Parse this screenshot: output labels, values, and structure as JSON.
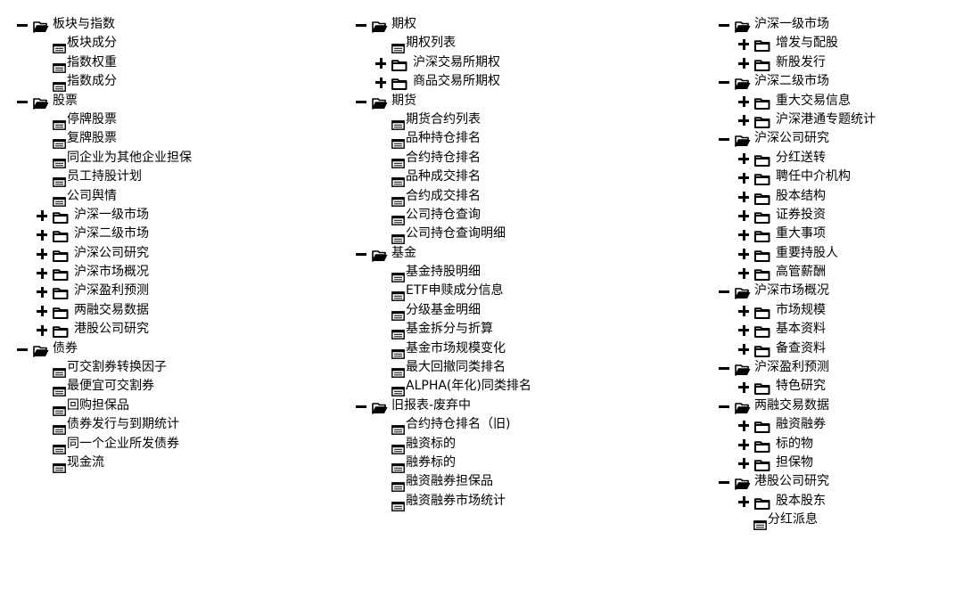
{
  "columns": [
    {
      "items": [
        {
          "level": 0,
          "kind": "folder",
          "expanded": true,
          "label": "板块与指数"
        },
        {
          "level": 1,
          "kind": "table",
          "label": "板块成分"
        },
        {
          "level": 1,
          "kind": "table",
          "label": "指数权重"
        },
        {
          "level": 1,
          "kind": "table",
          "label": "指数成分"
        },
        {
          "level": 0,
          "kind": "folder",
          "expanded": true,
          "label": "股票"
        },
        {
          "level": 1,
          "kind": "table",
          "label": "停牌股票"
        },
        {
          "level": 1,
          "kind": "table",
          "label": "复牌股票"
        },
        {
          "level": 1,
          "kind": "table",
          "label": "同企业为其他企业担保"
        },
        {
          "level": 1,
          "kind": "table",
          "label": "员工持股计划"
        },
        {
          "level": 1,
          "kind": "table",
          "label": "公司舆情"
        },
        {
          "level": 1,
          "kind": "folder",
          "expanded": false,
          "label": "沪深一级市场"
        },
        {
          "level": 1,
          "kind": "folder",
          "expanded": false,
          "label": "沪深二级市场"
        },
        {
          "level": 1,
          "kind": "folder",
          "expanded": false,
          "label": "沪深公司研究"
        },
        {
          "level": 1,
          "kind": "folder",
          "expanded": false,
          "label": "沪深市场概况"
        },
        {
          "level": 1,
          "kind": "folder",
          "expanded": false,
          "label": "沪深盈利预测"
        },
        {
          "level": 1,
          "kind": "folder",
          "expanded": false,
          "label": "两融交易数据"
        },
        {
          "level": 1,
          "kind": "folder",
          "expanded": false,
          "label": "港股公司研究"
        },
        {
          "level": 0,
          "kind": "folder",
          "expanded": true,
          "label": "债券"
        },
        {
          "level": 1,
          "kind": "table",
          "label": "可交割券转换因子"
        },
        {
          "level": 1,
          "kind": "table",
          "label": "最便宜可交割券"
        },
        {
          "level": 1,
          "kind": "table",
          "label": "回购担保品"
        },
        {
          "level": 1,
          "kind": "table",
          "label": "债券发行与到期统计"
        },
        {
          "level": 1,
          "kind": "table",
          "label": "同一个企业所发债券"
        },
        {
          "level": 1,
          "kind": "table",
          "label": "现金流"
        }
      ]
    },
    {
      "items": [
        {
          "level": 0,
          "kind": "folder",
          "expanded": true,
          "label": "期权"
        },
        {
          "level": 1,
          "kind": "table",
          "label": "期权列表"
        },
        {
          "level": 1,
          "kind": "folder",
          "expanded": false,
          "label": "沪深交易所期权"
        },
        {
          "level": 1,
          "kind": "folder",
          "expanded": false,
          "label": "商品交易所期权"
        },
        {
          "level": 0,
          "kind": "folder",
          "expanded": true,
          "label": "期货"
        },
        {
          "level": 1,
          "kind": "table",
          "label": "期货合约列表"
        },
        {
          "level": 1,
          "kind": "table",
          "label": "品种持仓排名"
        },
        {
          "level": 1,
          "kind": "table",
          "label": "合约持仓排名"
        },
        {
          "level": 1,
          "kind": "table",
          "label": "品种成交排名"
        },
        {
          "level": 1,
          "kind": "table",
          "label": "合约成交排名"
        },
        {
          "level": 1,
          "kind": "table",
          "label": "公司持仓查询"
        },
        {
          "level": 1,
          "kind": "table",
          "label": "公司持仓查询明细"
        },
        {
          "level": 0,
          "kind": "folder",
          "expanded": true,
          "label": "基金"
        },
        {
          "level": 1,
          "kind": "table",
          "label": "基金持股明细"
        },
        {
          "level": 1,
          "kind": "table",
          "label": "ETF申赎成分信息"
        },
        {
          "level": 1,
          "kind": "table",
          "label": "分级基金明细"
        },
        {
          "level": 1,
          "kind": "table",
          "label": "基金拆分与折算"
        },
        {
          "level": 1,
          "kind": "table",
          "label": "基金市场规模变化"
        },
        {
          "level": 1,
          "kind": "table",
          "label": "最大回撤同类排名"
        },
        {
          "level": 1,
          "kind": "table",
          "label": "ALPHA(年化)同类排名"
        },
        {
          "level": 0,
          "kind": "folder",
          "expanded": true,
          "label": "旧报表-废弃中"
        },
        {
          "level": 1,
          "kind": "table",
          "label": "合约持仓排名（旧)"
        },
        {
          "level": 1,
          "kind": "table",
          "label": "融资标的"
        },
        {
          "level": 1,
          "kind": "table",
          "label": "融券标的"
        },
        {
          "level": 1,
          "kind": "table",
          "label": "融资融券担保品"
        },
        {
          "level": 1,
          "kind": "table",
          "label": "融资融券市场统计"
        }
      ]
    },
    {
      "items": [
        {
          "level": 0,
          "kind": "folder",
          "expanded": true,
          "label": "沪深一级市场"
        },
        {
          "level": 1,
          "kind": "folder",
          "expanded": false,
          "label": "增发与配股"
        },
        {
          "level": 1,
          "kind": "folder",
          "expanded": false,
          "label": "新股发行"
        },
        {
          "level": 0,
          "kind": "folder",
          "expanded": true,
          "label": "沪深二级市场"
        },
        {
          "level": 1,
          "kind": "folder",
          "expanded": false,
          "label": "重大交易信息"
        },
        {
          "level": 1,
          "kind": "folder",
          "expanded": false,
          "label": "沪深港通专题统计"
        },
        {
          "level": 0,
          "kind": "folder",
          "expanded": true,
          "label": "沪深公司研究"
        },
        {
          "level": 1,
          "kind": "folder",
          "expanded": false,
          "label": "分红送转"
        },
        {
          "level": 1,
          "kind": "folder",
          "expanded": false,
          "label": "聘任中介机构"
        },
        {
          "level": 1,
          "kind": "folder",
          "expanded": false,
          "label": "股本结构"
        },
        {
          "level": 1,
          "kind": "folder",
          "expanded": false,
          "label": "证券投资"
        },
        {
          "level": 1,
          "kind": "folder",
          "expanded": false,
          "label": "重大事项"
        },
        {
          "level": 1,
          "kind": "folder",
          "expanded": false,
          "label": "重要持股人"
        },
        {
          "level": 1,
          "kind": "folder",
          "expanded": false,
          "label": "高管薪酬"
        },
        {
          "level": 0,
          "kind": "folder",
          "expanded": true,
          "label": "沪深市场概况"
        },
        {
          "level": 1,
          "kind": "folder",
          "expanded": false,
          "label": "市场规模"
        },
        {
          "level": 1,
          "kind": "folder",
          "expanded": false,
          "label": "基本资料"
        },
        {
          "level": 1,
          "kind": "folder",
          "expanded": false,
          "label": "备查资料"
        },
        {
          "level": 0,
          "kind": "folder",
          "expanded": true,
          "label": "沪深盈利预测"
        },
        {
          "level": 1,
          "kind": "folder",
          "expanded": false,
          "label": "特色研究"
        },
        {
          "level": 0,
          "kind": "folder",
          "expanded": true,
          "label": "两融交易数据"
        },
        {
          "level": 1,
          "kind": "folder",
          "expanded": false,
          "label": "融资融券"
        },
        {
          "level": 1,
          "kind": "folder",
          "expanded": false,
          "label": "标的物"
        },
        {
          "level": 1,
          "kind": "folder",
          "expanded": false,
          "label": "担保物"
        },
        {
          "level": 0,
          "kind": "folder",
          "expanded": true,
          "label": "港股公司研究"
        },
        {
          "level": 1,
          "kind": "folder",
          "expanded": false,
          "label": "股本股东"
        },
        {
          "level": 1,
          "kind": "table",
          "label": "分红派息"
        }
      ]
    }
  ]
}
